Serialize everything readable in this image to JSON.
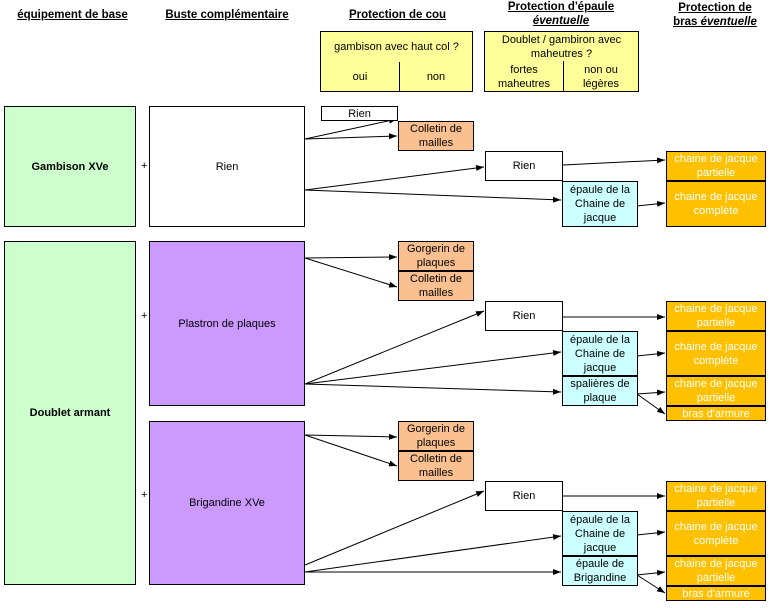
{
  "headers": {
    "col1": "équipement de base",
    "col2": "Buste complémentaire",
    "col3": "Protection de cou",
    "col4_line1": "Protection d'épaule",
    "col4_line2": "éventuelle",
    "col5_line1": "Protection de",
    "col5_line2_prefix": "bras ",
    "col5_line2_italic": "éventuelle"
  },
  "questions": {
    "neck": {
      "text": "gambison avec haut col ?",
      "yes": "oui",
      "no": "non"
    },
    "shoulder": {
      "text_line1": "Doublet / gambiron avec",
      "text_line2": "maheutres ?",
      "yes_line1": "fortes",
      "yes_line2": "maheutres",
      "no_line1": "non ou",
      "no_line2": "légères"
    }
  },
  "base": {
    "gambison": "Gambison XVe",
    "doublet": "Doublet armant"
  },
  "plus": "+",
  "busts": {
    "rien": "Rien",
    "plastron": "Plastron de plaques",
    "brigandine": "Brigandine XVe"
  },
  "neck": {
    "rien": "Rien",
    "colletin_l1": "Colletin de",
    "colletin_l2": "mailles",
    "gorgerin_l1": "Gorgerin de",
    "gorgerin_l2": "plaques"
  },
  "shoulder": {
    "rien": "Rien",
    "epaule_l1": "épaule de la",
    "epaule_l2": "Chaine de",
    "epaule_l3": "jacque",
    "spalieres_l1": "spalières de",
    "spalieres_l2": "plaque",
    "brig_l1": "épaule de",
    "brig_l2": "Brigandine"
  },
  "arm": {
    "partielle_l1": "chaine de jacque",
    "partielle_l2": "partielle",
    "complete_l1": "chaine de jacque",
    "complete_l2": "complète",
    "bras": "bras d'armure"
  }
}
